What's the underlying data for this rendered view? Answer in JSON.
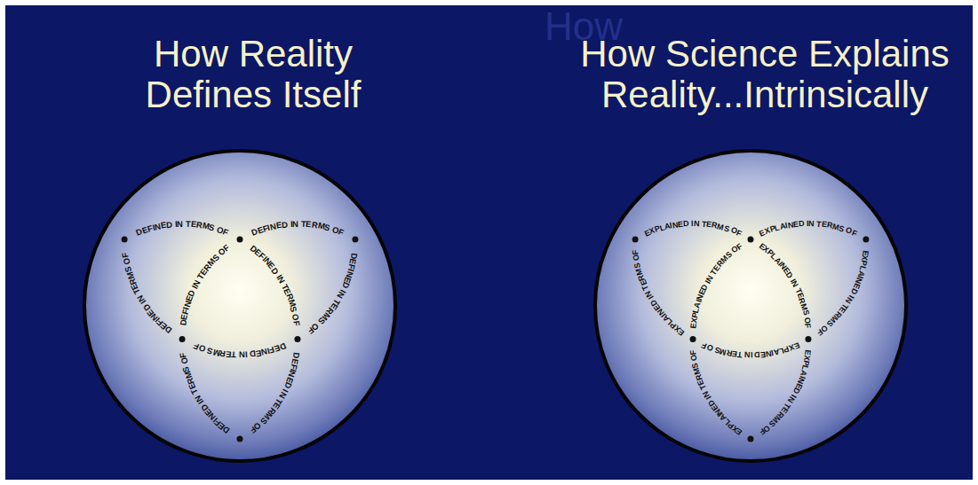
{
  "diagram": {
    "nodes": [
      {
        "text": [
          "How Reality Defines Itself",
          "DEFINED IN TERMS OF",
          "DEFINED IN TERMS OF",
          "DEFINED IN TERMS OF",
          "DEFINED IN TERMS OF",
          "DEFINED IN TERMS OF",
          "DEFINED IN TERMS OF",
          "DEFINED IN TERMS OF",
          "DEFINED IN TERMS OF",
          "DEFINED IN TERMS OF"
        ]
      },
      {
        "text": [
          "How Science Explains Reality...Intrinsically",
          "EXPLAINED IN TERMS OF",
          "EXPLAINED IN TERMS OF",
          "EXPLAINED IN TERMS OF",
          "EXPLAINED IN TERMS OF",
          "EXPLAINED IN TERMS OF",
          "EXPLAINED IN TERMS OF",
          "EXPLAINED IN TERMS OF",
          "EXPLAINED IN TERMS OF",
          "EXPLAINED IN TERMS OF"
        ]
      }
    ],
    "labels": [
      "How"
    ]
  }
}
